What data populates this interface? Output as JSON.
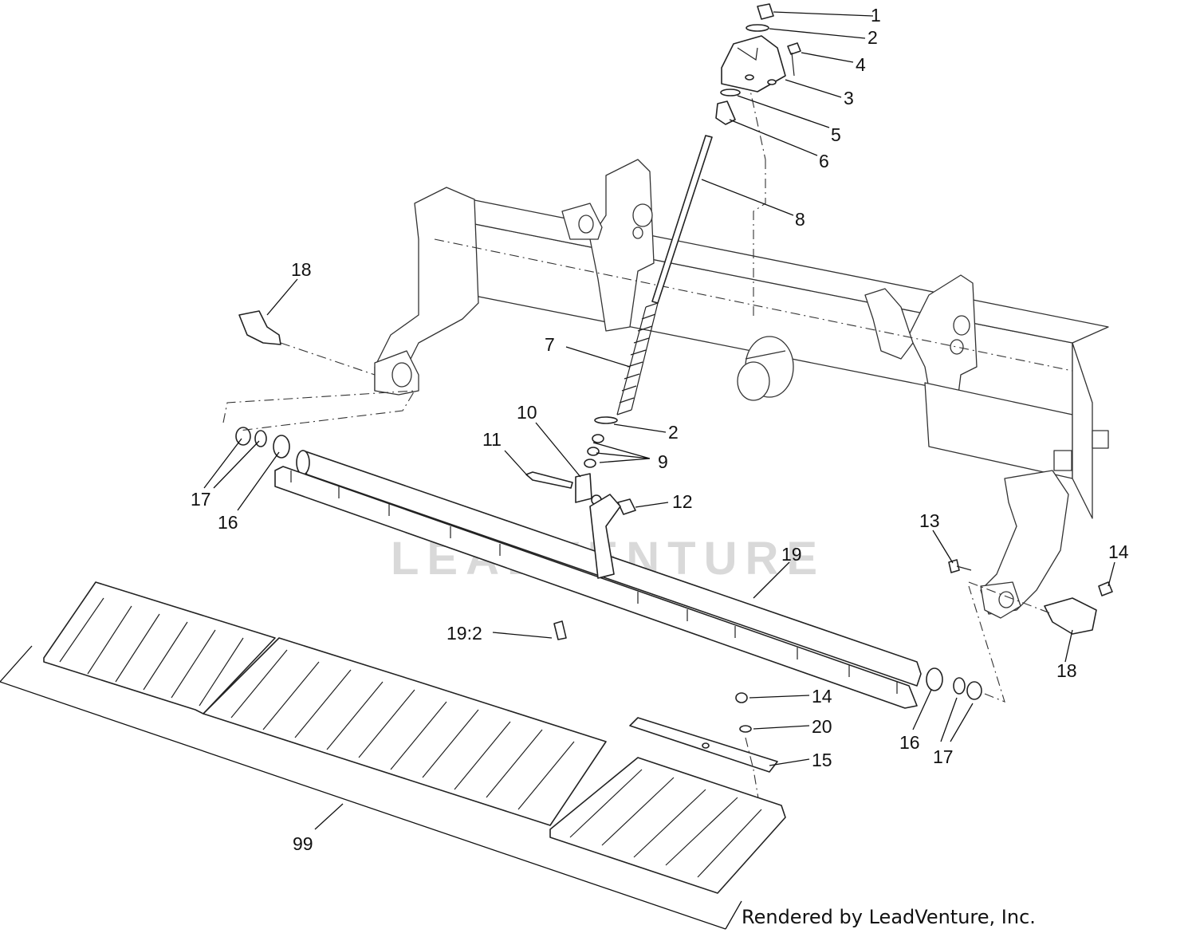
{
  "diagram": {
    "watermark": "LEADVENTURE",
    "credit": "Rendered by LeadVenture, Inc.",
    "callouts": [
      "1",
      "2",
      "4",
      "3",
      "5",
      "6",
      "8",
      "18",
      "7",
      "10",
      "2",
      "11",
      "9",
      "17",
      "16",
      "12",
      "19",
      "13",
      "14",
      "19:2",
      "18",
      "14",
      "16",
      "17",
      "20",
      "15",
      "99"
    ]
  }
}
